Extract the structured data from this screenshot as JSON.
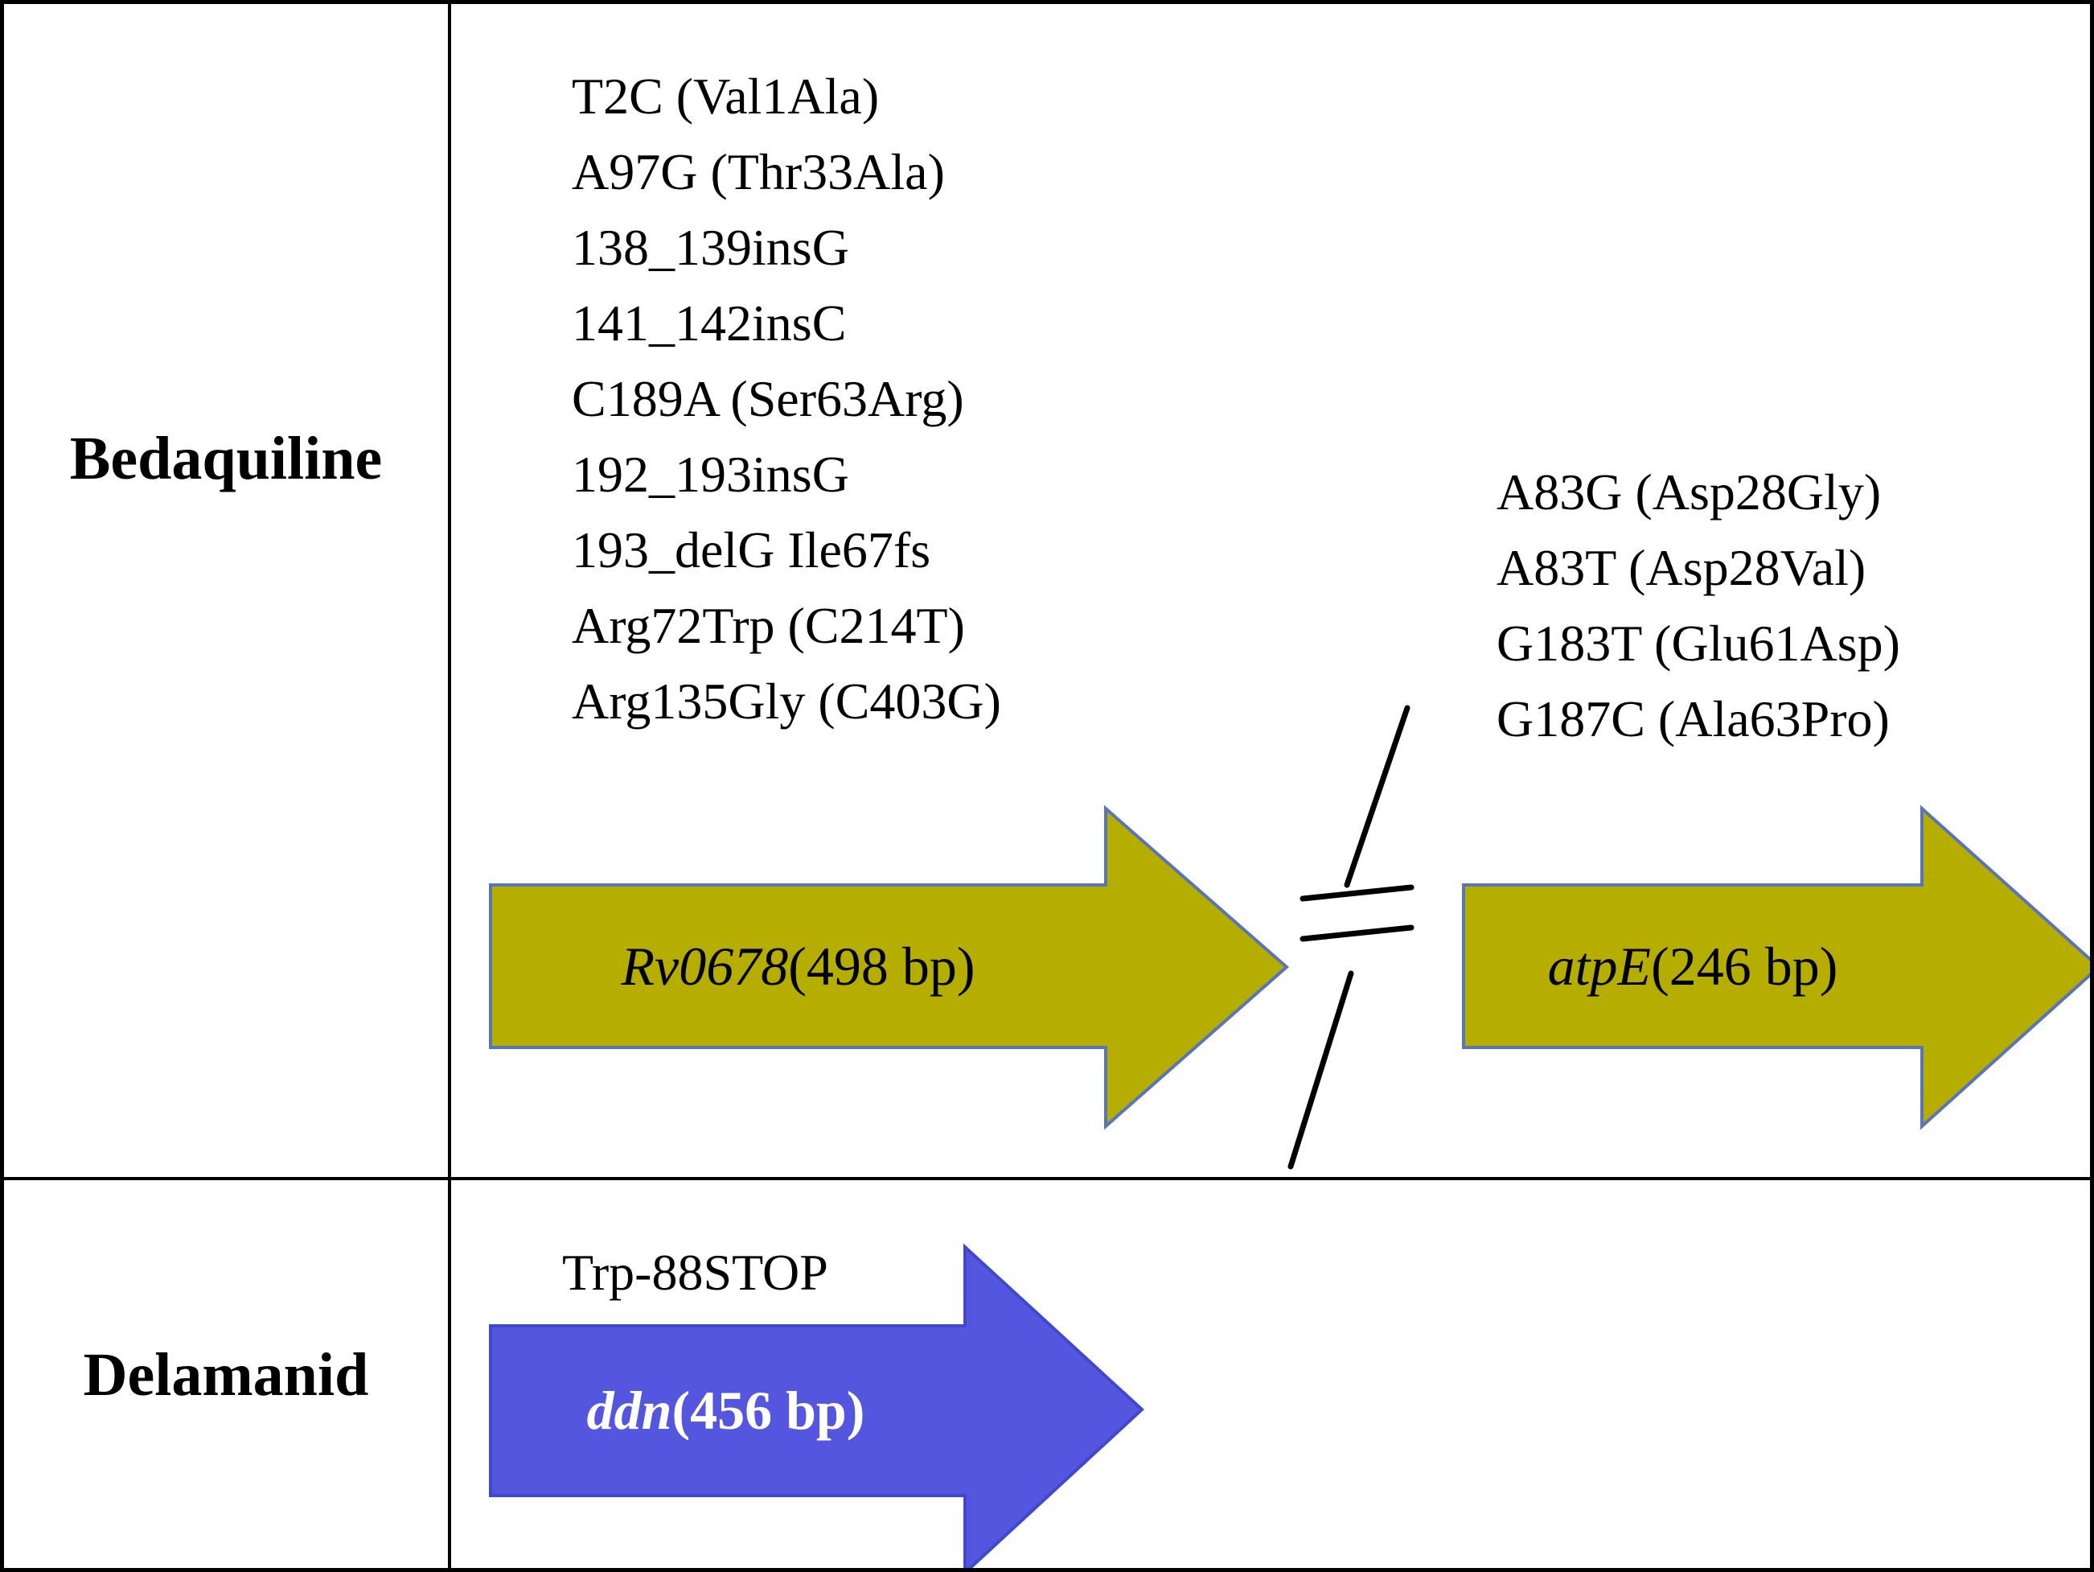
{
  "colors": {
    "olive": "#b5ad00",
    "olive_stroke": "#5a74b8",
    "blue": "#5456e0",
    "blue_stroke": "#3f49c9",
    "line": "#000000"
  },
  "bedaquiline": {
    "drug": "Bedaquiline",
    "rv0678": {
      "gene": "Rv0678",
      "size": " (498 bp)",
      "mutations": [
        "T2C (Val1Ala)",
        "A97G (Thr33Ala)",
        "138_139insG",
        "141_142insC",
        "C189A (Ser63Arg)",
        "192_193insG",
        "193_delG Ile67fs",
        "Arg72Trp (C214T)",
        "Arg135Gly (C403G)"
      ]
    },
    "atpE": {
      "gene": "atpE",
      "size": " (246 bp)",
      "mutations": [
        "A83G (Asp28Gly)",
        "A83T (Asp28Val)",
        "G183T (Glu61Asp)",
        "G187C (Ala63Pro)"
      ]
    }
  },
  "delamanid": {
    "drug": "Delamanid",
    "ddn": {
      "gene": "ddn",
      "size": " (456 bp)",
      "mutation": "Trp-88STOP"
    }
  }
}
